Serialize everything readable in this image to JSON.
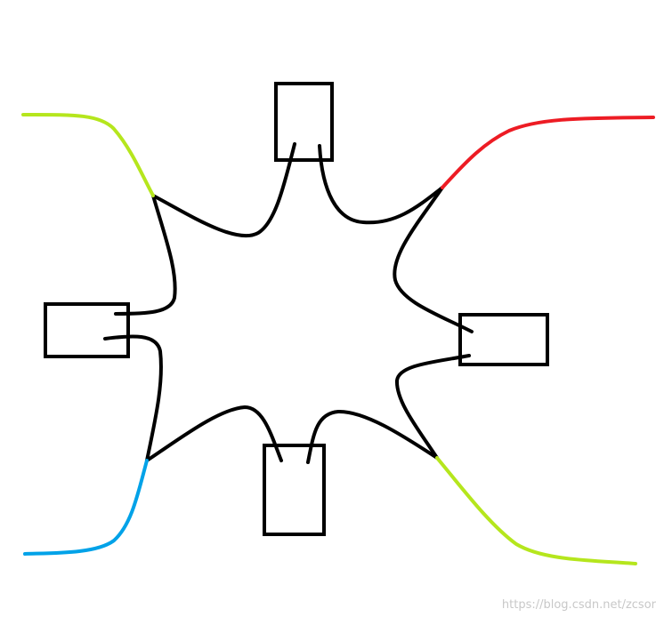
{
  "diagram": {
    "boxes": [
      "top",
      "left",
      "right",
      "bottom"
    ],
    "leads": [
      {
        "id": "top-left",
        "color": "#b5e61d"
      },
      {
        "id": "top-right",
        "color": "#ed1c24"
      },
      {
        "id": "bottom-left",
        "color": "#00a2e8"
      },
      {
        "id": "bottom-right",
        "color": "#b5e61d"
      }
    ],
    "line_color": "#000000",
    "background": "#ffffff"
  },
  "watermark": {
    "text": "https://blog.csdn.net/zcsor"
  }
}
